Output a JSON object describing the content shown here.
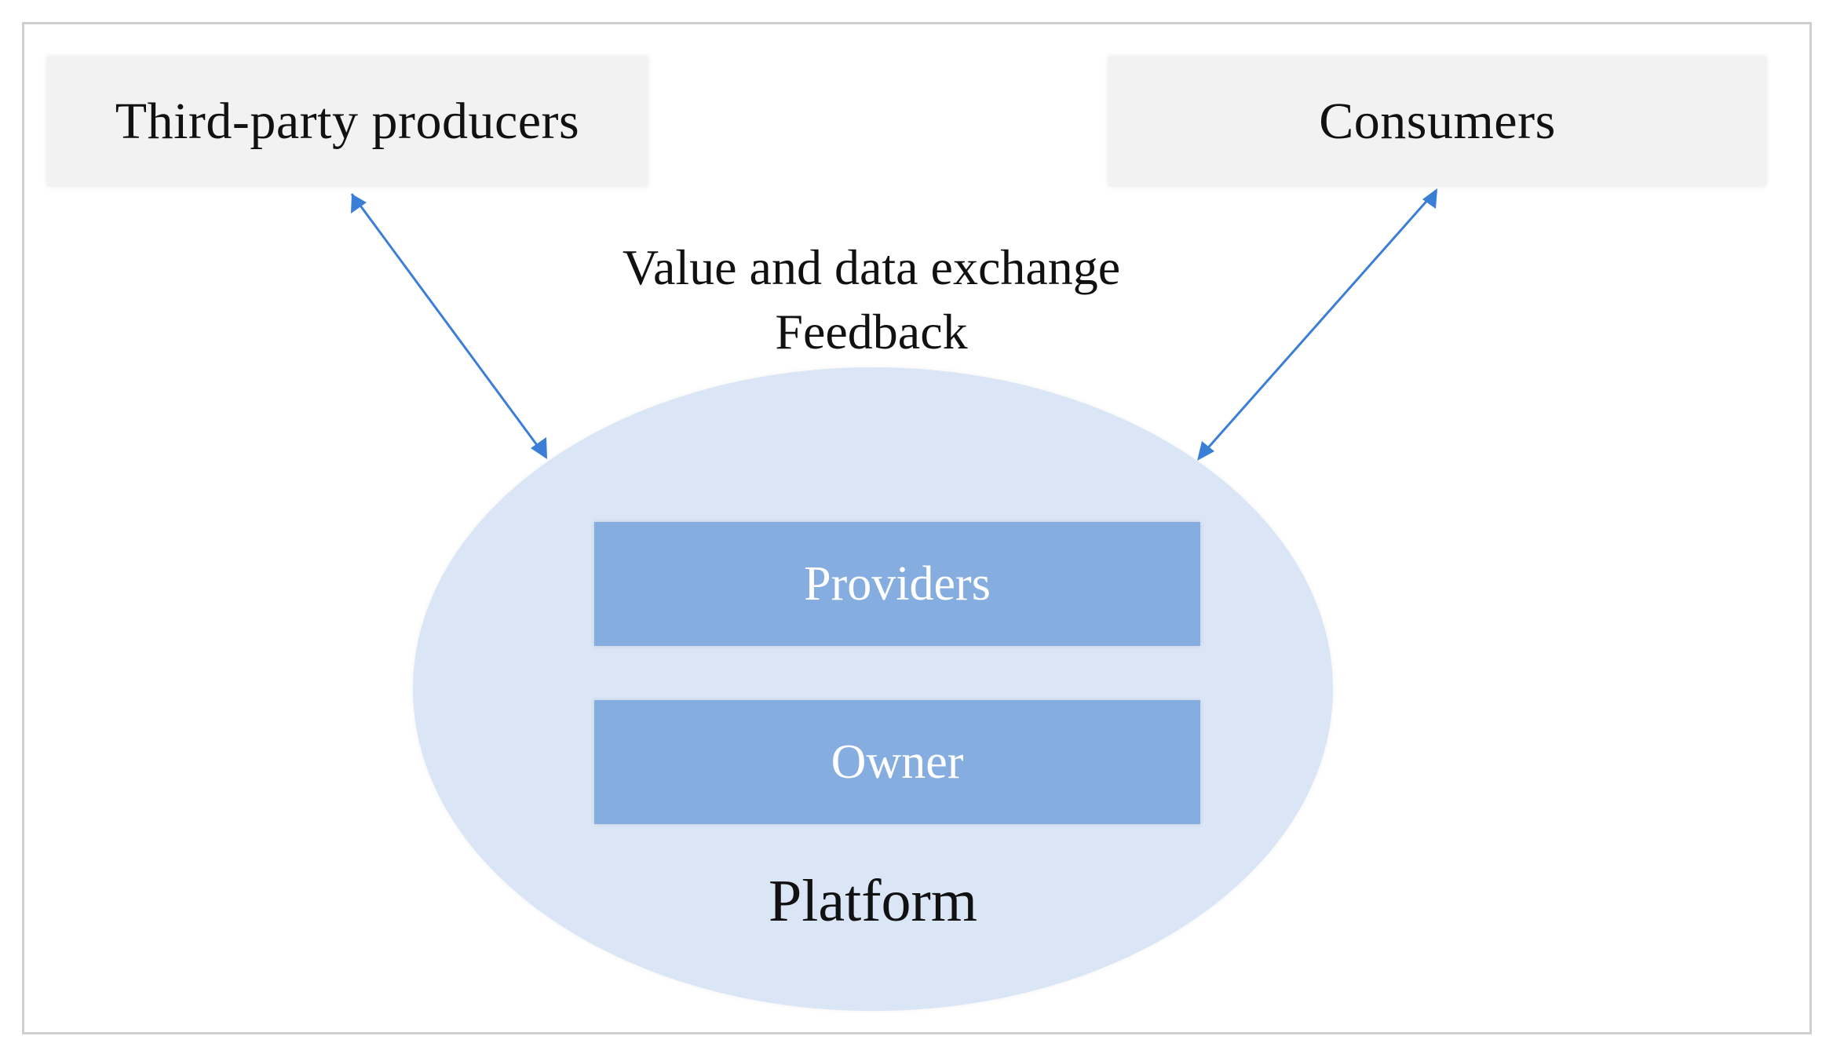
{
  "nodes": {
    "producers": "Third-party producers",
    "consumers": "Consumers",
    "providers": "Providers",
    "owner": "Owner",
    "platform": "Platform"
  },
  "exchange": {
    "line1": "Value and data exchange",
    "line2": "Feedback"
  },
  "colors": {
    "ellipse": "#dae6f6",
    "bar": "#85ade0",
    "box": "#f2f2f2",
    "arrow": "#3a7fd5"
  }
}
